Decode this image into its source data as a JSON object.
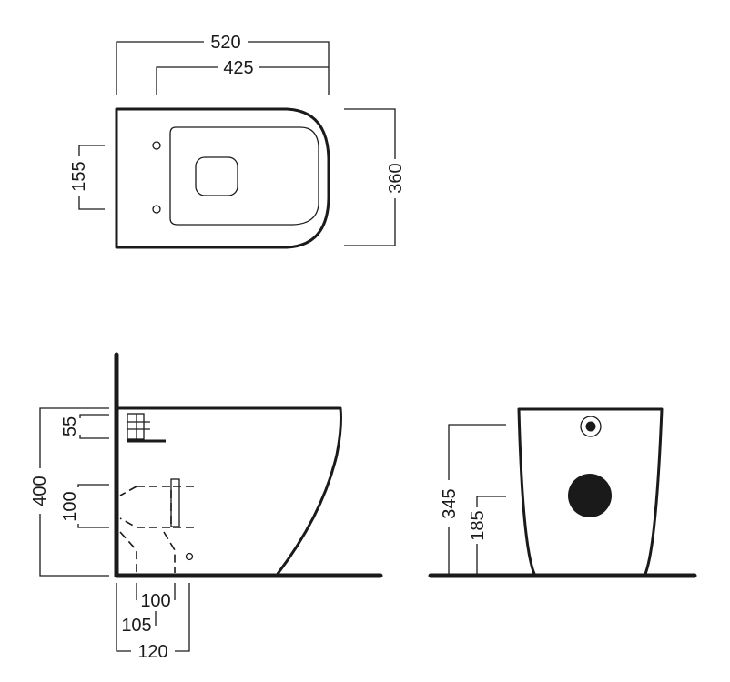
{
  "top_view": {
    "overall_length": "520",
    "fixing_length": "425",
    "width": "360",
    "fixing_spacing": "155"
  },
  "side_view": {
    "height": "400",
    "inlet_height": "55",
    "outlet_diameter": "100",
    "outlet_width": "100",
    "outlet_offset": "105",
    "outlet_depth": "120"
  },
  "rear_view": {
    "overall_height": "345",
    "outlet_center_height": "185"
  },
  "colors": {
    "line": "#1a1a1a",
    "background": "#ffffff"
  }
}
